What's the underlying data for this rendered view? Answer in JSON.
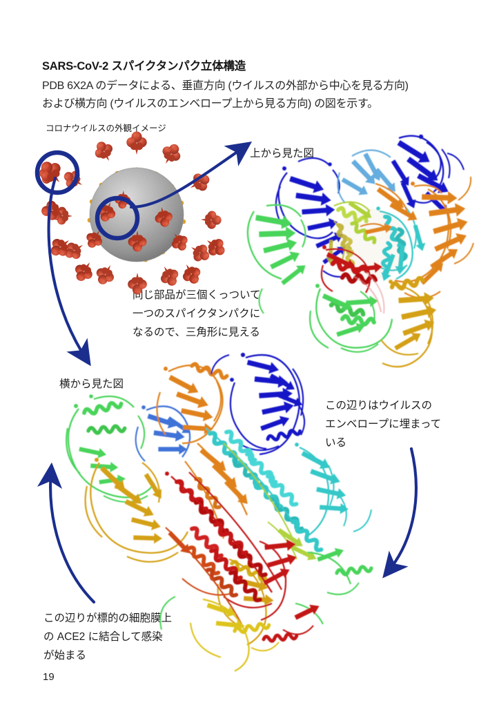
{
  "document": {
    "title": "SARS-CoV-2 スパイクタンパク立体構造",
    "subtitle": "PDB  6X2A のデータによる、垂直方向 (ウイルスの外部から中心を見る方向)\nおよび横方向 (ウイルスのエンベロープ上から見る方向) の図を示す。",
    "page_number": "19"
  },
  "labels": {
    "virus_overview": "コロナウイルスの外観イメージ",
    "top_view": "上から見た図",
    "side_view": "横から見た図"
  },
  "annotations": {
    "trimer_note": "同じ部品が三個くっついて\n一つのスパイクタンパクに\nなるので、三角形に見える",
    "envelope_note": "この辺りはウイルスの\nエンベロープに埋まって\nいる",
    "ace2_note": "この辺りが標的の細胞膜上\nの  ACE2  に結合して感染\nが始まる"
  },
  "figures": {
    "virion": {
      "name": "coronavirus-virion-illustration",
      "envelope_color": "#9a9a9a",
      "spike_color": "#c0392b",
      "membrane_dot_color": "#e0a32a",
      "highlight_circle_color": "#1b2e8e"
    },
    "spike_top": {
      "name": "spike-protein-top-view",
      "rendering": "ribbon",
      "palette": [
        "#1414c8",
        "#2d7be0",
        "#35c8c8",
        "#49d45a",
        "#8fd423",
        "#e0c425",
        "#e08a1e",
        "#d04a18",
        "#c41414"
      ]
    },
    "spike_side": {
      "name": "spike-protein-side-view",
      "rendering": "ribbon",
      "palette": [
        "#1414c8",
        "#2d7be0",
        "#35c8c8",
        "#49d45a",
        "#8fd423",
        "#e0c425",
        "#e08a1e",
        "#d04a18",
        "#c41414"
      ]
    }
  },
  "arrows": {
    "color": "#1b2e8e",
    "items": [
      {
        "name": "arrow-to-top-view",
        "from": "inner-highlight-circle",
        "to": "top-view-label"
      },
      {
        "name": "arrow-to-side-view",
        "from": "outer-highlight-circle",
        "to": "side-view-label"
      },
      {
        "name": "arrow-envelope-region",
        "from": "envelope-note",
        "to": "spike-stem-base"
      },
      {
        "name": "arrow-ace2-region",
        "from": "ace2-note",
        "to": "receptor-binding-domain"
      }
    ]
  }
}
